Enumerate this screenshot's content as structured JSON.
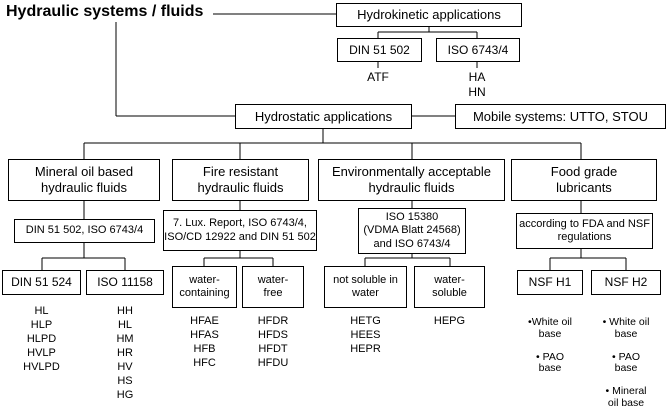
{
  "title": "Hydraulic systems / fluids",
  "hydrokinetic": {
    "label": "Hydrokinetic applications",
    "std1": "DIN 51 502",
    "std2": "ISO 6743/4",
    "std1_fluids": "ATF",
    "std2_fluids": "HA\nHN"
  },
  "hydrostatic": {
    "label": "Hydrostatic applications",
    "mobile": "Mobile systems: UTTO, STOU"
  },
  "categories": [
    {
      "label": "Mineral oil based\nhydraulic fluids",
      "standard": "DIN 51 502, ISO 6743/4",
      "sub": [
        {
          "label": "DIN 51 524",
          "items": "HL\nHLP\nHLPD\nHVLP\nHVLPD"
        },
        {
          "label": "ISO 11158",
          "items": "HH\nHL\nHM\nHR\nHV\nHS\nHG"
        }
      ]
    },
    {
      "label": "Fire resistant\nhydraulic fluids",
      "standard": "7. Lux. Report, ISO 6743/4,\nISO/CD 12922 and DIN 51 502",
      "sub": [
        {
          "label": "water-\ncontaining",
          "items": "HFAE\nHFAS\nHFB\nHFC"
        },
        {
          "label": "water-\nfree",
          "items": "HFDR\nHFDS\nHFDT\nHFDU"
        }
      ]
    },
    {
      "label": "Environmentally acceptable\nhydraulic fluids",
      "standard": "ISO 15380\n(VDMA Blatt 24568)\nand ISO 6743/4",
      "sub": [
        {
          "label": "not soluble in\nwater",
          "items": "HETG\nHEES\nHEPR"
        },
        {
          "label": "water-\nsoluble",
          "items": "HEPG"
        }
      ]
    },
    {
      "label": "Food grade\nlubricants",
      "standard": "according to FDA and NSF\nregulations",
      "sub": [
        {
          "label": "NSF H1",
          "items": "•White oil\nbase\n\n• PAO\nbase"
        },
        {
          "label": "NSF H2",
          "items": "• White oil\nbase\n\n• PAO\nbase\n\n• Mineral\noil base"
        }
      ]
    }
  ]
}
